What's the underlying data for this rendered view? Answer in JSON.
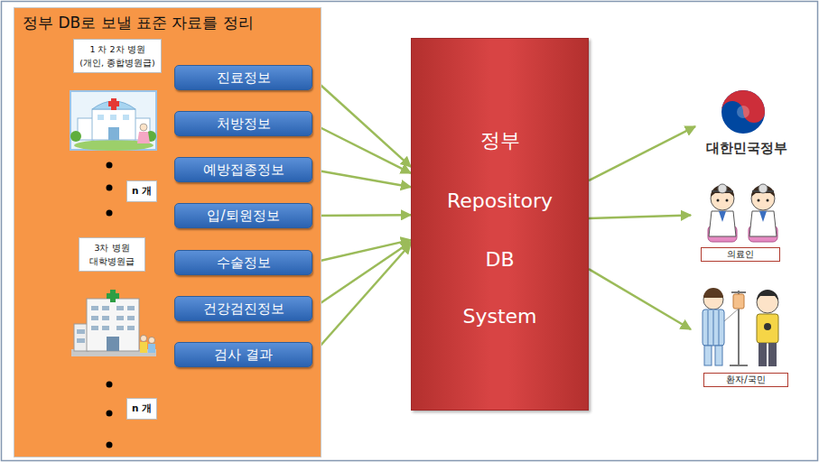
{
  "diagram": {
    "nodes": [
      {
        "text": [
          "정부 DB로 보낼 표준 자료를 정리"
        ]
      },
      {
        "text": [
          "1 차 2차 병원 (개인, 종합병원급)"
        ],
        "in": 0
      },
      {
        "text": [
          "n 개"
        ],
        "in": 0
      },
      {
        "text": [
          "3차 병원 대학병원급"
        ],
        "in": 0
      },
      {
        "text": [
          "n 개"
        ],
        "in": 0
      },
      {
        "text": [
          "진료정보"
        ],
        "in": 0
      },
      {
        "text": [
          "처방정보"
        ],
        "in": 0
      },
      {
        "text": [
          "예방접종정보"
        ],
        "in": 0
      },
      {
        "text": [
          "입/퇴원정보"
        ],
        "in": 0
      },
      {
        "text": [
          "수술정보"
        ],
        "in": 0
      },
      {
        "text": [
          "건강검진정보"
        ],
        "in": 0
      },
      {
        "text": [
          "검사 결과"
        ],
        "in": 0
      },
      {
        "text": [
          "정부",
          "Repository",
          "DB",
          "System"
        ]
      },
      {
        "text": [
          "대한민국정부"
        ]
      },
      {
        "text": [
          "의료인"
        ]
      },
      {
        "text": [
          "환자/국민"
        ]
      }
    ],
    "edges": [
      {
        "from": 5,
        "to": 12,
        "arrow": "to"
      },
      {
        "from": 6,
        "to": 12,
        "arrow": "to"
      },
      {
        "from": 7,
        "to": 12,
        "arrow": "to"
      },
      {
        "from": 8,
        "to": 12,
        "arrow": "to"
      },
      {
        "from": 9,
        "to": 12,
        "arrow": "to"
      },
      {
        "from": 10,
        "to": 12,
        "arrow": "to"
      },
      {
        "from": 11,
        "to": 12,
        "arrow": "to"
      },
      {
        "from": 12,
        "to": 13,
        "arrow": "to"
      },
      {
        "from": 12,
        "to": 14,
        "arrow": "to"
      },
      {
        "from": 12,
        "to": 15,
        "arrow": "to"
      }
    ]
  }
}
